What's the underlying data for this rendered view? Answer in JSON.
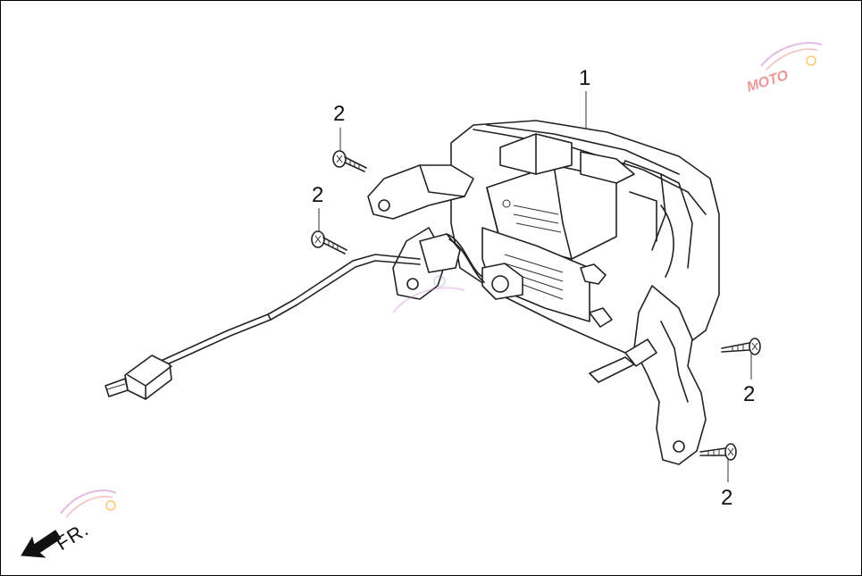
{
  "callouts": {
    "part1": "1",
    "screw_a": "2",
    "screw_b": "2",
    "screw_c": "2",
    "screw_d": "2"
  },
  "direction": {
    "label": "FR."
  },
  "watermark": {
    "text": "MOTO",
    "color": "#d44"
  },
  "colors": {
    "line": "#222222",
    "background": "#ffffff"
  }
}
